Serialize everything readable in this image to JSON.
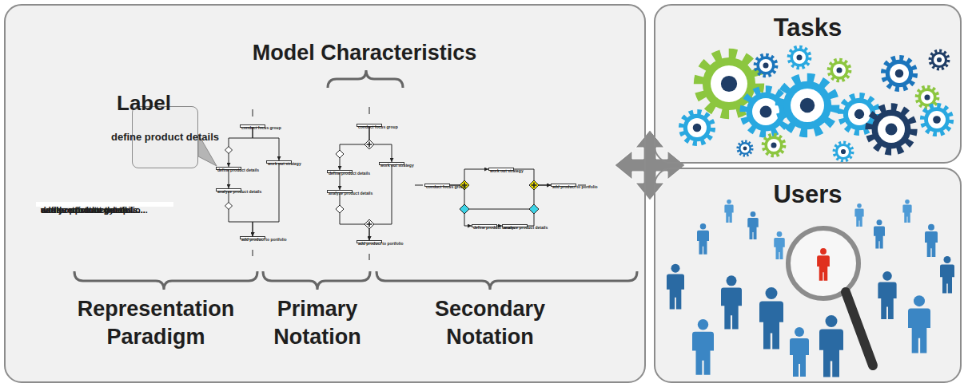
{
  "diagram": {
    "nodes": [
      {
        "text": [
          "Model Characteristics"
        ]
      },
      {
        "text": [
          "define product details"
        ],
        "in": 0
      },
      {
        "text": [
          "conduct focus group...",
          "work out strategy...",
          "define product details...",
          "analyze product details...",
          "add product to portfolio..."
        ],
        "in": 0
      },
      {
        "text": [
          "conduct focus group"
        ],
        "in": 0
      },
      {
        "text": [
          "define product details"
        ],
        "in": 0
      },
      {
        "text": [
          "analyze product details"
        ],
        "in": 0
      },
      {
        "text": [
          "work out strategy"
        ],
        "in": 0
      },
      {
        "text": [
          "add product to portfolio"
        ],
        "in": 0
      },
      {
        "text": [
          "conduct focus group"
        ],
        "in": 0
      },
      {
        "text": [
          "define product details"
        ],
        "in": 0
      },
      {
        "text": [
          "analyze product details"
        ],
        "in": 0
      },
      {
        "text": [
          "work out strategy"
        ],
        "in": 0
      },
      {
        "text": [
          "add product to portfolio"
        ],
        "in": 0
      },
      {
        "text": [
          "conduct focus group"
        ],
        "in": 0
      },
      {
        "text": [
          "work out strategy"
        ],
        "in": 0
      },
      {
        "text": [
          "define product details"
        ],
        "in": 0
      },
      {
        "text": [
          "analyze product details"
        ],
        "in": 0
      },
      {
        "text": [
          "add product to portfolio"
        ],
        "in": 0
      },
      {
        "text": [
          "Tasks"
        ]
      },
      {
        "text": [
          "Users"
        ]
      }
    ],
    "edges": [
      {
        "from": 3,
        "to": 4,
        "arrow": "to"
      },
      {
        "from": 3,
        "to": 6,
        "arrow": "to"
      },
      {
        "from": 4,
        "to": 5,
        "arrow": "to"
      },
      {
        "from": 5,
        "to": 7,
        "arrow": "to"
      },
      {
        "from": 6,
        "to": 7,
        "arrow": "to"
      },
      {
        "from": 8,
        "to": 9,
        "arrow": "to"
      },
      {
        "from": 8,
        "to": 11,
        "arrow": "to"
      },
      {
        "from": 9,
        "to": 10,
        "arrow": "to"
      },
      {
        "from": 10,
        "to": 12,
        "arrow": "to"
      },
      {
        "from": 11,
        "to": 12,
        "arrow": "to"
      },
      {
        "from": 13,
        "to": 14,
        "arrow": "to"
      },
      {
        "from": 13,
        "to": 15,
        "arrow": "to"
      },
      {
        "from": 15,
        "to": 16,
        "arrow": "to"
      },
      {
        "from": 16,
        "to": 17,
        "arrow": "to"
      },
      {
        "from": 14,
        "to": 17,
        "arrow": "to"
      }
    ],
    "labels": [
      "Label",
      "Representation Paradigm",
      "Primary Notation",
      "Secondary Notation"
    ]
  }
}
